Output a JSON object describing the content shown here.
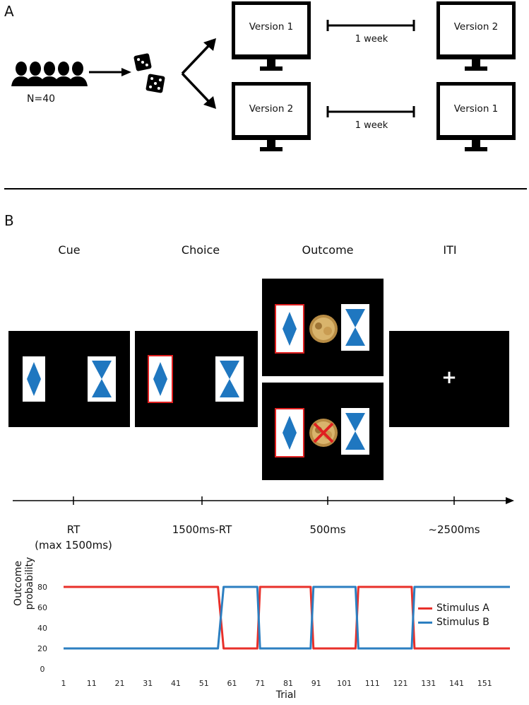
{
  "panel_a": {
    "letter": "A",
    "participants_label": "N=40",
    "top_row": {
      "left_monitor": "Version 1",
      "interval": "1 week",
      "right_monitor": "Version 2"
    },
    "bottom_row": {
      "left_monitor": "Version 2",
      "interval": "1 week",
      "right_monitor": "Version 1"
    },
    "icons": [
      "people-icon",
      "dice-icon",
      "monitor-icon"
    ]
  },
  "panel_b": {
    "letter": "B",
    "phases": [
      "Cue",
      "Choice",
      "Outcome",
      "ITI"
    ],
    "timings": [
      "RT",
      "(max 1500ms)",
      "1500ms-RT",
      "500ms",
      "~2500ms"
    ],
    "iti_symbol": "+",
    "colors": {
      "stimulus": "#1f77c0",
      "selection": "#e02020",
      "screen": "#000000",
      "coin": "#c8a35a"
    }
  },
  "chart_data": {
    "type": "line",
    "ylabel_line1": "Outcome",
    "ylabel_line2": "probability",
    "xlabel": "Trial",
    "xlim": [
      1,
      160
    ],
    "ylim": [
      0,
      80
    ],
    "yticks": [
      0,
      20,
      40,
      60,
      80
    ],
    "xticks": [
      1,
      11,
      21,
      31,
      41,
      51,
      61,
      71,
      81,
      91,
      101,
      111,
      121,
      131,
      141,
      151
    ],
    "legend_position": "right",
    "series": [
      {
        "name": "Stimulus A",
        "color": "#e8302a",
        "points": [
          [
            1,
            80
          ],
          [
            56,
            80
          ],
          [
            58,
            20
          ],
          [
            70,
            20
          ],
          [
            71,
            80
          ],
          [
            89,
            80
          ],
          [
            90,
            20
          ],
          [
            105,
            20
          ],
          [
            106,
            80
          ],
          [
            125,
            80
          ],
          [
            126,
            20
          ],
          [
            160,
            20
          ]
        ]
      },
      {
        "name": "Stimulus B",
        "color": "#2c7fc1",
        "points": [
          [
            1,
            20
          ],
          [
            56,
            20
          ],
          [
            58,
            80
          ],
          [
            70,
            80
          ],
          [
            71,
            20
          ],
          [
            89,
            20
          ],
          [
            90,
            80
          ],
          [
            105,
            80
          ],
          [
            106,
            20
          ],
          [
            125,
            20
          ],
          [
            126,
            80
          ],
          [
            160,
            80
          ]
        ]
      }
    ]
  }
}
